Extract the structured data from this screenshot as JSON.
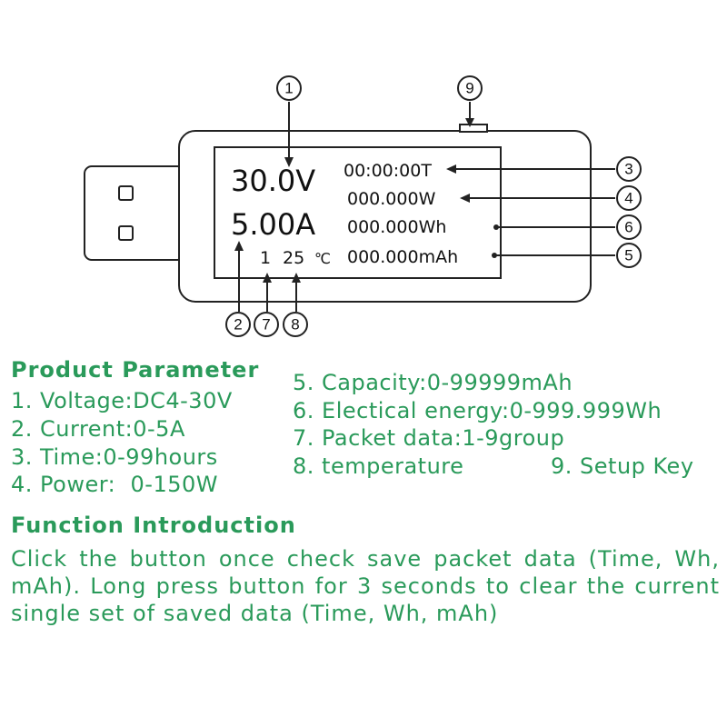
{
  "display": {
    "voltage": "30.0V",
    "current": "5.00A",
    "time": "00:00:00T",
    "power": "000.000W",
    "energy": "000.000Wh",
    "capacity": "000.000mAh",
    "group": "1",
    "temperature": "25",
    "temp_unit": "℃"
  },
  "callouts": {
    "n1": "1",
    "n2": "2",
    "n3": "3",
    "n4": "4",
    "n5": "5",
    "n6": "6",
    "n7": "7",
    "n8": "8",
    "n9": "9"
  },
  "parameters": {
    "heading": "Product Parameter",
    "items": [
      "1. Voltage:DC4-30V",
      "2. Current:0-5A",
      "3. Time:0-99hours",
      "4. Power:  0-150W",
      "5. Capacity:0-99999mAh",
      "6. Electical energy:0-999.999Wh",
      "7. Packet data:1-9group",
      "8. temperature",
      "9. Setup Key"
    ]
  },
  "function": {
    "heading": "Function Introduction",
    "text": "Click the button once check save packet data (Time, Wh, mAh). Long press button for 3 seconds to clear the current single set of saved data (Time, Wh, mAh)"
  },
  "colors": {
    "text_green": "#2a9a5a",
    "line": "#222222"
  }
}
